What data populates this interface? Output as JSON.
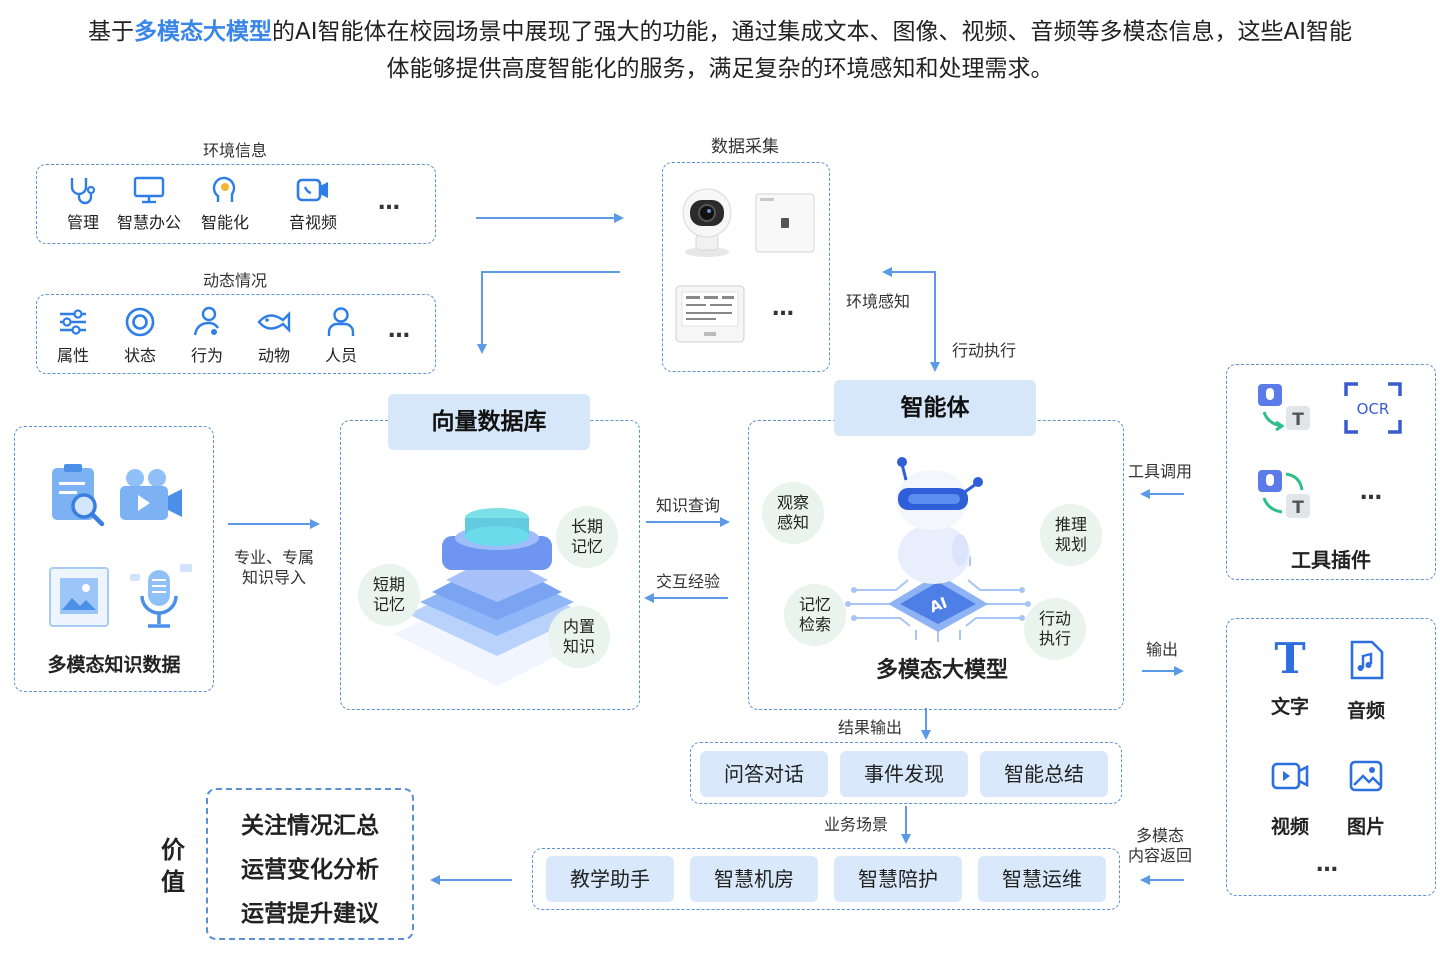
{
  "intro": {
    "pre": "基于",
    "highlight": "多模态大模型",
    "post": "的AI智能体在校园场景中展现了强大的功能，通过集成文本、图像、视频、音频等多模态信息，这些AI智能",
    "line2": "体能够提供高度智能化的服务，满足复杂的环境感知和处理需求。"
  },
  "env_info": {
    "title": "环境信息",
    "items": [
      {
        "label": "管理",
        "icon": "stethoscope-icon"
      },
      {
        "label": "智慧办公",
        "icon": "monitor-icon"
      },
      {
        "label": "智能化",
        "icon": "head-brain-icon"
      },
      {
        "label": "音视频",
        "icon": "video-call-icon"
      }
    ],
    "more": "…"
  },
  "dynamic": {
    "title": "动态情况",
    "items": [
      {
        "label": "属性",
        "icon": "sliders-icon"
      },
      {
        "label": "状态",
        "icon": "target-icon"
      },
      {
        "label": "行为",
        "icon": "person-action-icon"
      },
      {
        "label": "动物",
        "icon": "fish-icon"
      },
      {
        "label": "人员",
        "icon": "person-icon"
      }
    ],
    "more": "…"
  },
  "data_collect": {
    "title": "数据采集",
    "devices": [
      "camera-icon",
      "sensor-panel-icon",
      "environment-monitor-icon"
    ],
    "more": "…"
  },
  "flow_labels": {
    "env_perception": "环境感知",
    "action_exec": "行动执行",
    "knowledge_import": "专业、专属\n知识导入",
    "knowledge_query": "知识查询",
    "interaction_exp": "交互经验",
    "tool_call": "工具调用",
    "output": "输出",
    "result_output": "结果输出",
    "business_scene": "业务场景",
    "multimodal_return": "多模态\n内容返回"
  },
  "multimodal_kb": {
    "title": "多模态知识数据",
    "icons": [
      "clipboard-search-icon",
      "video-camera-icon",
      "image-icon",
      "microphone-icon"
    ]
  },
  "vector_db": {
    "title": "向量数据库",
    "bubbles": {
      "long": "长期\n记忆",
      "short": "短期\n记忆",
      "builtin": "内置\n知识"
    }
  },
  "agent": {
    "title": "智能体",
    "model_label": "多模态大模型",
    "chip_text": "AI",
    "bubbles": {
      "observe": "观察\n感知",
      "reason": "推理\n规划",
      "memory": "记忆\n检索",
      "action": "行动\n执行"
    }
  },
  "tools": {
    "title": "工具插件",
    "ocr": "OCR",
    "t_letter": "T",
    "more": "…"
  },
  "outputs": {
    "items": [
      {
        "label": "文字",
        "icon": "text-icon",
        "glyph": "T"
      },
      {
        "label": "音频",
        "icon": "music-file-icon"
      },
      {
        "label": "视频",
        "icon": "video-play-icon"
      },
      {
        "label": "图片",
        "icon": "picture-icon"
      }
    ],
    "more": "…"
  },
  "results": [
    "问答对话",
    "事件发现",
    "智能总结"
  ],
  "scenes": [
    "教学助手",
    "智慧机房",
    "智慧陪护",
    "智慧运维"
  ],
  "value": {
    "title": "价\n值",
    "items": [
      "关注情况汇总",
      "运营变化分析",
      "运营提升建议"
    ]
  },
  "colors": {
    "accent": "#3a86e8",
    "border": "#5b8fd6",
    "tag_bg": "#d9e9fb",
    "bubble_bg": "#e9f4ee"
  }
}
